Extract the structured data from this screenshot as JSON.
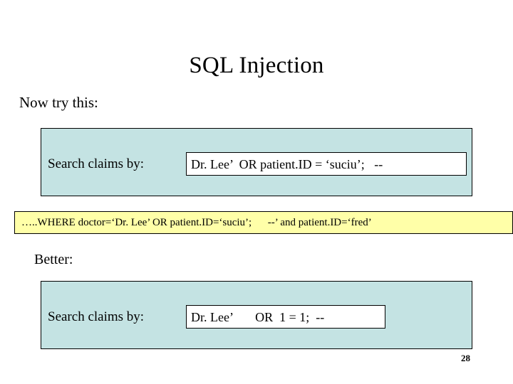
{
  "slide": {
    "title": "SQL Injection",
    "lead_text": "Now try this:",
    "attack_panel": {
      "label": "Search claims by:",
      "input_value": "Dr. Lee’  OR patient.ID = ‘suciu’;   --"
    },
    "query_result": {
      "text": "…..WHERE doctor=‘Dr. Lee’ OR patient.ID=‘suciu’;      --’ and patient.ID=‘fred’"
    },
    "better_text": "Better:",
    "better_panel": {
      "label": "Search claims by:",
      "input_value": "Dr. Lee’       OR  1 = 1;  --"
    },
    "page_number": "28"
  },
  "colors": {
    "panel_background": "#c4e3e3",
    "highlight_background": "#ffffa8",
    "border": "#000000",
    "slide_background": "#ffffff"
  }
}
